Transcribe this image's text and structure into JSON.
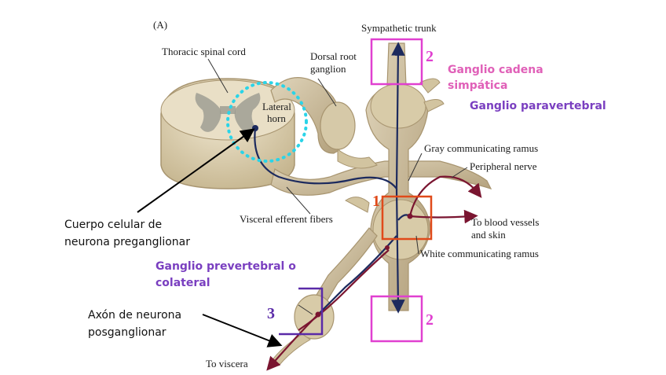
{
  "panel_label": "(A)",
  "labels": {
    "thoracic_spinal_cord": "Thoracic spinal cord",
    "lateral_horn_1": "Lateral",
    "lateral_horn_2": "horn",
    "dorsal_root_1": "Dorsal root",
    "dorsal_root_2": "ganglion",
    "sympathetic_trunk": "Sympathetic trunk",
    "gray_ramus": "Gray communicating ramus",
    "peripheral_nerve": "Peripheral nerve",
    "blood_vessels_1": "To blood vessels",
    "blood_vessels_2": "and skin",
    "white_ramus": "White communicating ramus",
    "visceral_efferent": "Visceral efferent fibers",
    "to_viscera": "To  viscera"
  },
  "annotations": {
    "ganglio_cadena_1": "Ganglio cadena",
    "ganglio_cadena_2": "simpática",
    "ganglio_paravertebral": "Ganglio paravertebral",
    "cuerpo_celular_1": "Cuerpo celular de",
    "cuerpo_celular_2": "neurona preganglionar",
    "ganglio_prevertebral_1": "Ganglio prevertebral o",
    "ganglio_prevertebral_2": "colateral",
    "axon_1": "Axón de neurona",
    "axon_2": "posganglionar"
  },
  "markers": {
    "num_1": "1",
    "num_2_top": "2",
    "num_2_bottom": "2",
    "num_3": "3"
  },
  "colors": {
    "tissue": "#d9ccb0",
    "tissue_dark": "#b3a27f",
    "grey_matter": "#8a8a80",
    "preganglionic": "#1c2a5e",
    "postganglionic": "#7a1530",
    "magenta_box": "#e040d0",
    "orange_box": "#e04a1a",
    "purple_box": "#5a2aa8",
    "cyan_circle": "#2ad4e8"
  }
}
